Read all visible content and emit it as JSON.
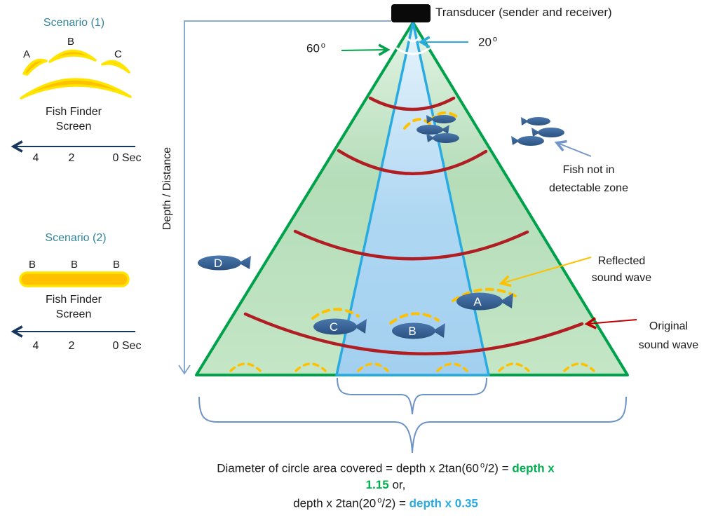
{
  "colors": {
    "beam_wide_green": "#00a14b",
    "beam_narrow_blue": "#29abe2",
    "original_wave_red": "#c00000",
    "reflected_wave_yellow": "#ffc000",
    "fish_blue": "#38618f",
    "axis_navy": "#17365d",
    "title_teal": "#31859C",
    "formula_green": "#00b050",
    "formula_cyan": "#29abe2"
  },
  "scenario1": {
    "title": "Scenario (1)",
    "blob_labels": [
      "A",
      "B",
      "C"
    ],
    "screen_label": "Fish Finder\nScreen",
    "ticks": [
      "4",
      "2",
      "0 Sec"
    ]
  },
  "scenario2": {
    "title": "Scenario (2)",
    "blob_labels": [
      "B",
      "B",
      "B"
    ],
    "screen_label": "Fish Finder\nScreen",
    "ticks": [
      "4",
      "2",
      "0 Sec"
    ]
  },
  "depth_axis_label": "Depth / Distance",
  "transducer_label": "Transducer (sender and receiver)",
  "angles": {
    "wide_value": "60",
    "narrow_value": "20",
    "degree_symbol": "o"
  },
  "fish_labels": {
    "a": "A",
    "b": "B",
    "c": "C",
    "d": "D"
  },
  "annotations": {
    "not_detectable": "Fish not in\ndetectable zone",
    "reflected": "Reflected\nsound wave",
    "original": "Original\nsound wave"
  },
  "formula": {
    "l1a": "Diameter of circle area covered = depth x 2tan(60",
    "l1sup": "o",
    "l1b": "/2) = ",
    "l1c": "depth x",
    "l2a": "1.15",
    "l2b": " or,",
    "l3a": "depth x 2tan(20",
    "l3sup": "o",
    "l3b": "/2) = ",
    "l3c": "depth x 0.35"
  }
}
